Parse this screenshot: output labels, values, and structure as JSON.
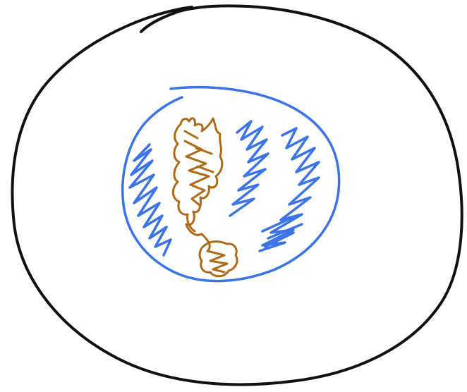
{
  "colors": {
    "background": "#ffffff",
    "outer_oval": "#111111",
    "globe_blue": "#3b73e8",
    "land_brown": "#b06a16"
  },
  "drawing": {
    "subject": "hand-drawn-earth-inside-oval",
    "elements": [
      "outer-oval-outline",
      "globe-circle-outline",
      "ocean-scribbles",
      "continent-scribbles"
    ]
  }
}
